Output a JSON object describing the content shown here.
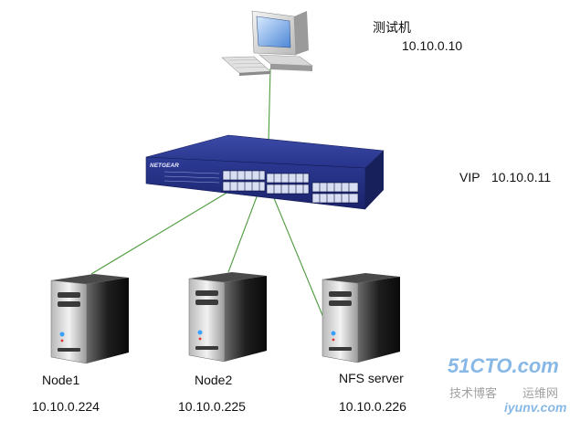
{
  "tester": {
    "label": "测试机",
    "ip": "10.10.0.10"
  },
  "switch": {
    "brand": "NETGEAR"
  },
  "vip": {
    "label": "VIP",
    "ip": "10.10.0.11"
  },
  "nodes": [
    {
      "label": "Node1",
      "ip": "10.10.0.224"
    },
    {
      "label": "Node2",
      "ip": "10.10.0.225"
    },
    {
      "label": "NFS server",
      "ip": "10.10.0.226"
    }
  ],
  "watermark": {
    "brand": "51CTO.com",
    "line1": "技术博客",
    "line2": "运维网",
    "url": "iyunv.com"
  },
  "colors": {
    "cable": "#4e9a3e",
    "switch_body": "#25307a",
    "server_body": "#2a2a2a",
    "watermark": "#3a8ad6"
  }
}
